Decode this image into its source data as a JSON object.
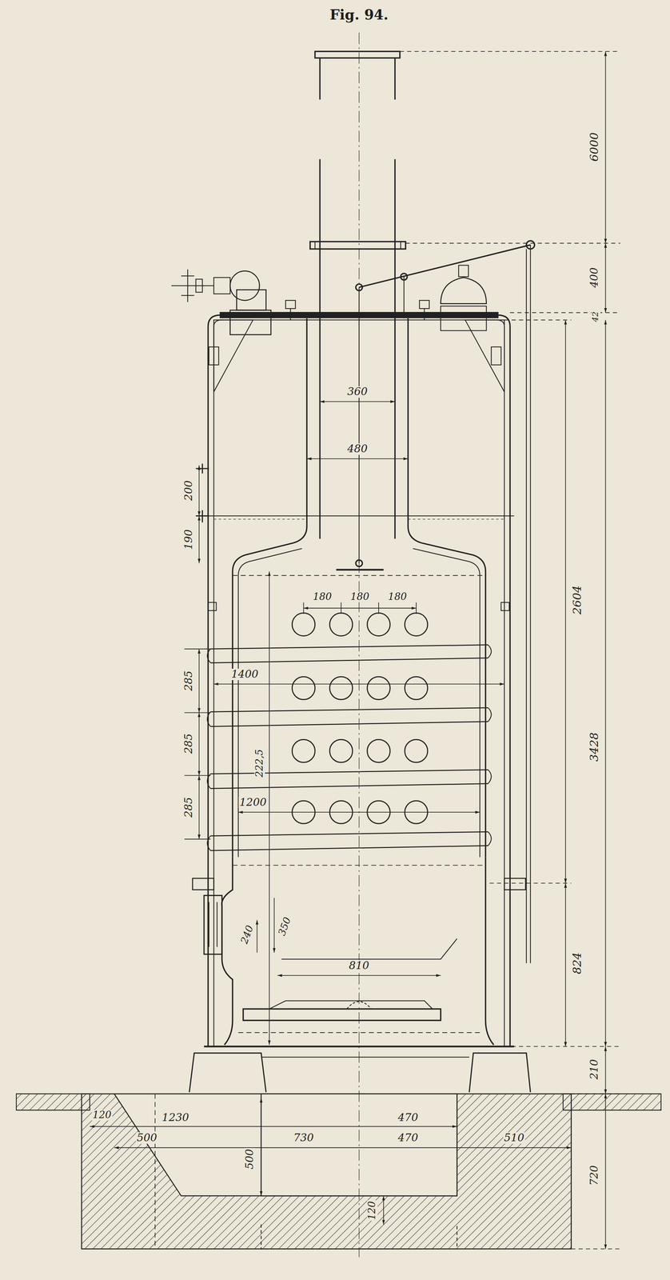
{
  "diagram": {
    "title": "Fig. 94.",
    "labels": [
      "6000",
      "400",
      "42",
      "2604",
      "3428",
      "824",
      "210",
      "720",
      "360",
      "480",
      "200",
      "190",
      "180",
      "180",
      "180",
      "1400",
      "285",
      "285",
      "285",
      "222,5",
      "1200",
      "240",
      "350",
      "810",
      "120",
      "1230",
      "470",
      "500",
      "730",
      "470",
      "510",
      "500",
      "120"
    ]
  }
}
